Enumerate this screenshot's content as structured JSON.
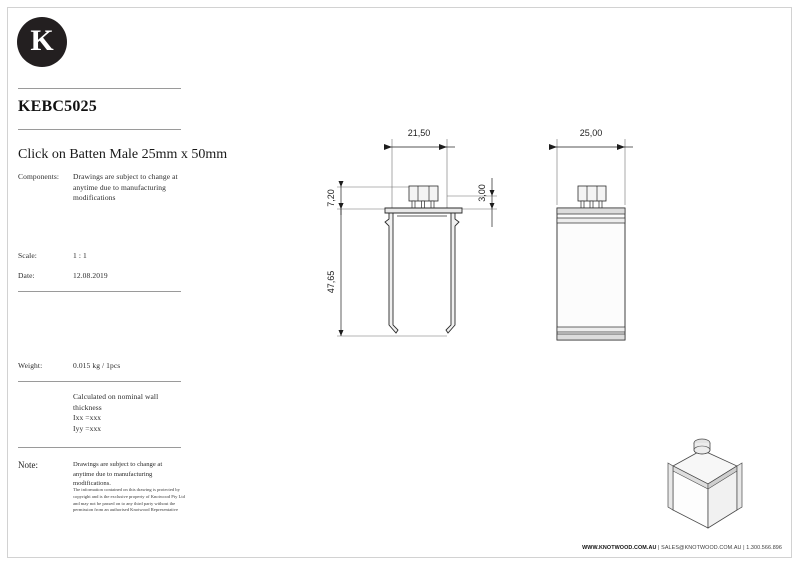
{
  "document": {
    "brand_letter": "K",
    "part_number": "KEBC5025",
    "description": "Click on Batten Male 25mm x 50mm"
  },
  "spec_rows": {
    "scale_label": "Scale:",
    "scale_value": "1 : 1",
    "date_label": "Date:",
    "date_value": "12.08.2019",
    "components_label": "Components:",
    "components_value": "Drawings are subject to change at anytime due to manufacturing modifications",
    "weight_label": "Weight:",
    "weight_value": "0.015 kg / 1pcs",
    "calculated_value": "Calculated on nominal wall thickness\nIxx =xxx\nIyy =xxx",
    "note_label": "Note:",
    "note_value": "Drawings are subject to change at anytime due to manufacturing modifications.",
    "copyright_value": "The information contained on this drawing is protected by copyright and is the exclusive property of Knotwood Pty Ltd and may not be passed on to any third party without the permission from an authorised Knotwood Representative"
  },
  "footer": {
    "website": "WWW.KNOTWOOD.COM.AU",
    "separator_1": " | ",
    "email": "SALES@KNOTWOOD.COM.AU",
    "separator_2": " | ",
    "phone": "1.300.566.896"
  },
  "drawing": {
    "title": "Click on Batten Male 25mm x 50mm technical drawing",
    "front_view": {
      "dim_width": "21,50",
      "dim_height": "47,65",
      "dim_top_left": "7,20",
      "dim_top_right": "3,00"
    },
    "side_view": {
      "dim_width": "25,00"
    },
    "colors": {
      "line": "#2b2b2b",
      "dimension": "#1d1d1d",
      "fill_light": "#f2f2f2",
      "fill_mid": "#d8d8d8"
    }
  }
}
